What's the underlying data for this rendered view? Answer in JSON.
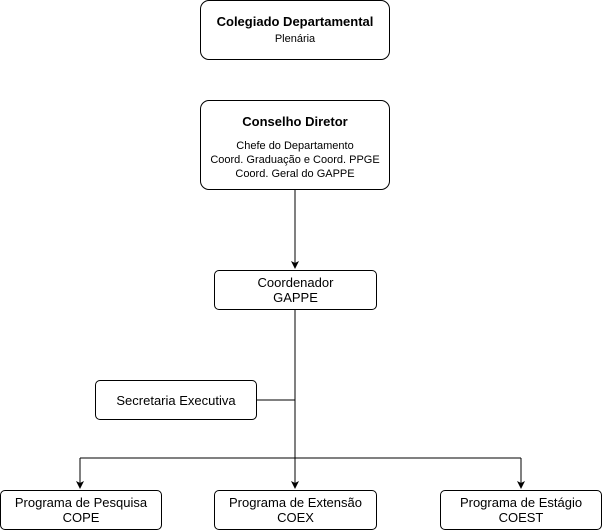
{
  "colegiado": {
    "title": "Colegiado Departamental",
    "subtitle": "Plenária"
  },
  "conselho": {
    "title": "Conselho Diretor",
    "lines": [
      "Chefe do Departamento",
      "Coord. Graduação e Coord. PPGE",
      "Coord. Geral do GAPPE"
    ]
  },
  "coordenador": {
    "line1": "Coordenador",
    "line2": "GAPPE"
  },
  "secretaria": {
    "label": "Secretaria Executiva"
  },
  "programas": [
    {
      "line1": "Programa de Pesquisa",
      "line2": "COPE"
    },
    {
      "line1": "Programa de Extensão",
      "line2": "COEX"
    },
    {
      "line1": "Programa de Estágio",
      "line2": "COEST"
    }
  ]
}
